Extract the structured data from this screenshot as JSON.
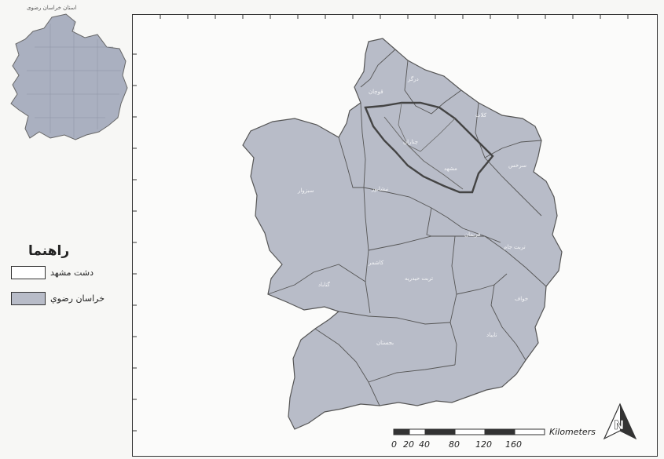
{
  "inset": {
    "title": "استان خراسان رضوی"
  },
  "legend": {
    "title": "راهنما",
    "items": [
      {
        "label": "دشت مشهد",
        "color": "#ffffff"
      },
      {
        "label": "خراسان رضوي",
        "color": "#b8bcc8"
      }
    ]
  },
  "map": {
    "fill_color": "#b8bcc8",
    "border_color": "#555555",
    "highlight_border_color": "#444444",
    "district_labels": [
      "سرخس",
      "کلات",
      "چناران",
      "مشهد",
      "نیشابور",
      "سبزوار",
      "تربت حیدریه",
      "گناباد",
      "بجستان",
      "خواف",
      "تایباد",
      "فریمان",
      "قوچان",
      "درگز",
      "کاشمر",
      "تربت جام"
    ]
  },
  "scale_bar": {
    "unit": "Kilometers",
    "ticks": [
      "0",
      "20",
      "40",
      "80",
      "120",
      "160"
    ]
  },
  "north_arrow": {
    "letter": "N"
  }
}
